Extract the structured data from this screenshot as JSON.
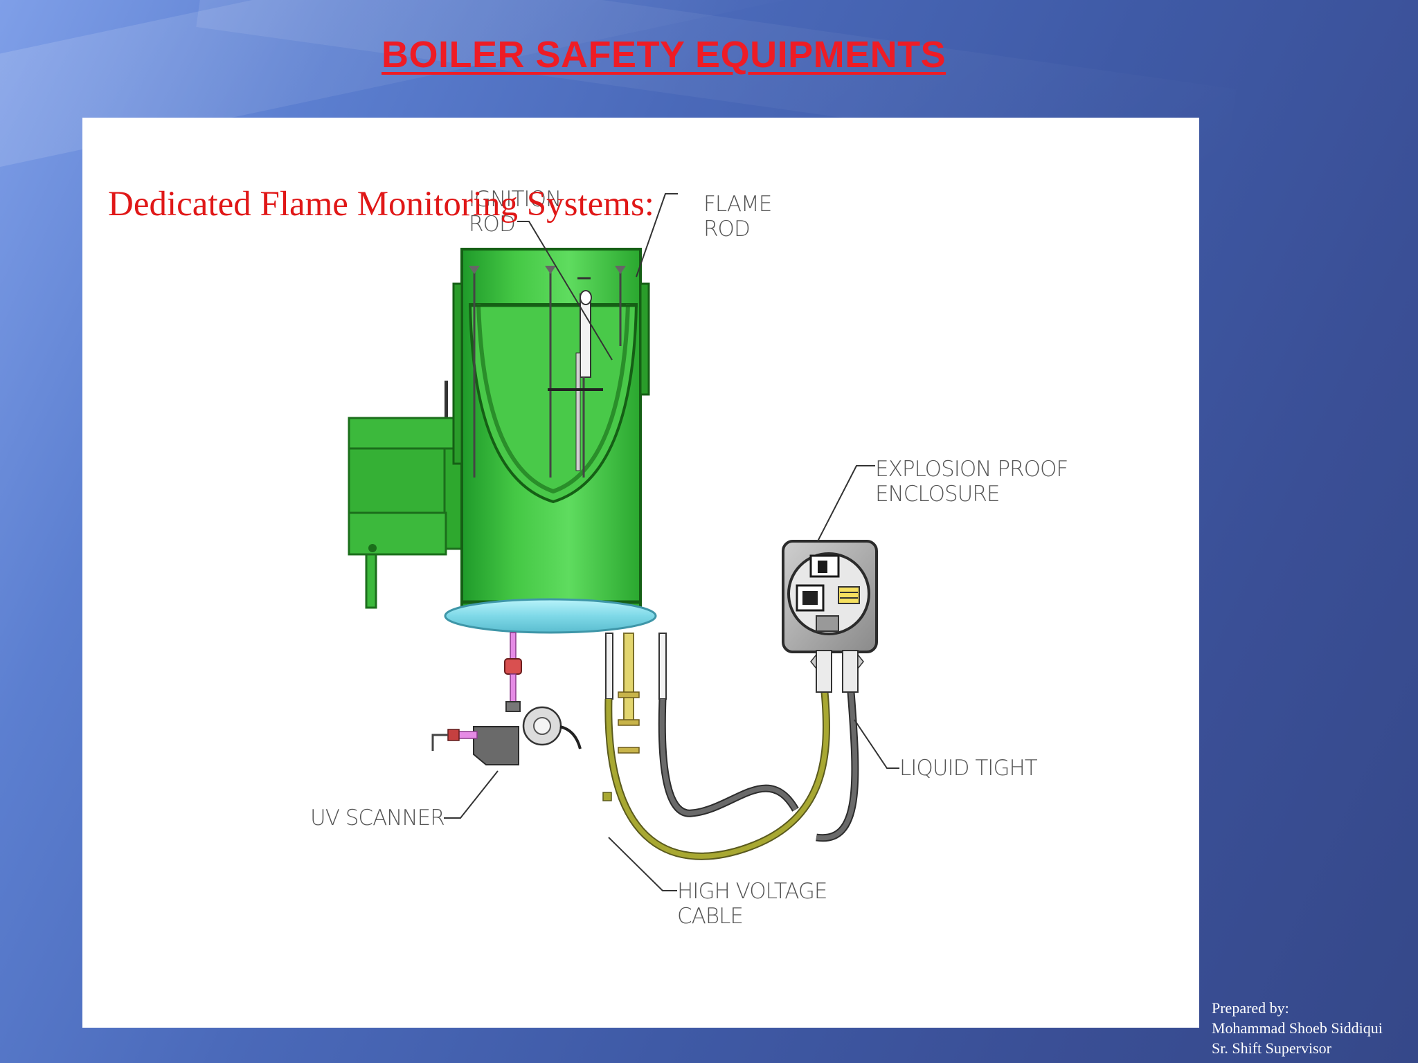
{
  "slide": {
    "title": "BOILER SAFETY EQUIPMENTS"
  },
  "panel": {
    "heading": "Dedicated Flame Monitoring Systems:"
  },
  "diagram": {
    "labels": {
      "ignition_rod": "IGNITION\nROD",
      "flame_rod": "FLAME\nROD",
      "explosion_proof_enclosure": "EXPLOSION PROOF\nENCLOSURE",
      "liquid_tight": "LIQUID TIGHT",
      "uv_scanner": "UV SCANNER",
      "high_voltage_cable": "HIGH VOLTAGE\nCABLE"
    },
    "colors": {
      "burner_green": "#3bbf3b",
      "burner_dark": "#1f8a1f",
      "gasket_blue": "#8fe3ef",
      "cable_yellow": "#a8a832",
      "cable_gray": "#555555"
    }
  },
  "footer": {
    "prepared_by": "Prepared by:",
    "name": "Mohammad Shoeb Siddiqui",
    "role": "Sr. Shift Supervisor"
  }
}
